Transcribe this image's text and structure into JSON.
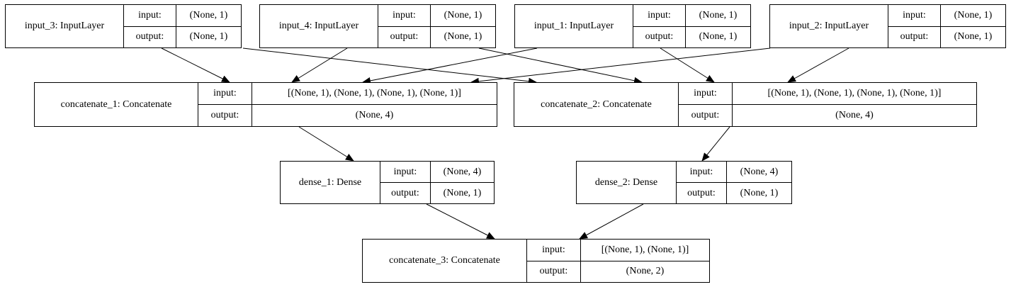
{
  "diagram": {
    "nodes": [
      {
        "id": "input_3",
        "title": "input_3: InputLayer",
        "input_label": "input:",
        "input_value": "(None, 1)",
        "output_label": "output:",
        "output_value": "(None, 1)"
      },
      {
        "id": "input_4",
        "title": "input_4: InputLayer",
        "input_label": "input:",
        "input_value": "(None, 1)",
        "output_label": "output:",
        "output_value": "(None, 1)"
      },
      {
        "id": "input_1",
        "title": "input_1: InputLayer",
        "input_label": "input:",
        "input_value": "(None, 1)",
        "output_label": "output:",
        "output_value": "(None, 1)"
      },
      {
        "id": "input_2",
        "title": "input_2: InputLayer",
        "input_label": "input:",
        "input_value": "(None, 1)",
        "output_label": "output:",
        "output_value": "(None, 1)"
      },
      {
        "id": "concatenate_1",
        "title": "concatenate_1: Concatenate",
        "input_label": "input:",
        "input_value": "[(None, 1), (None, 1), (None, 1), (None, 1)]",
        "output_label": "output:",
        "output_value": "(None, 4)"
      },
      {
        "id": "concatenate_2",
        "title": "concatenate_2: Concatenate",
        "input_label": "input:",
        "input_value": "[(None, 1), (None, 1), (None, 1), (None, 1)]",
        "output_label": "output:",
        "output_value": "(None, 4)"
      },
      {
        "id": "dense_1",
        "title": "dense_1: Dense",
        "input_label": "input:",
        "input_value": "(None, 4)",
        "output_label": "output:",
        "output_value": "(None, 1)"
      },
      {
        "id": "dense_2",
        "title": "dense_2: Dense",
        "input_label": "input:",
        "input_value": "(None, 4)",
        "output_label": "output:",
        "output_value": "(None, 1)"
      },
      {
        "id": "concatenate_3",
        "title": "concatenate_3: Concatenate",
        "input_label": "input:",
        "input_value": "[(None, 1), (None, 1)]",
        "output_label": "output:",
        "output_value": "(None, 2)"
      }
    ],
    "edges": [
      {
        "from": "input_3",
        "to": "concatenate_1"
      },
      {
        "from": "input_3",
        "to": "concatenate_2"
      },
      {
        "from": "input_4",
        "to": "concatenate_1"
      },
      {
        "from": "input_4",
        "to": "concatenate_2"
      },
      {
        "from": "input_1",
        "to": "concatenate_1"
      },
      {
        "from": "input_1",
        "to": "concatenate_2"
      },
      {
        "from": "input_2",
        "to": "concatenate_1"
      },
      {
        "from": "input_2",
        "to": "concatenate_2"
      },
      {
        "from": "concatenate_1",
        "to": "dense_1"
      },
      {
        "from": "concatenate_2",
        "to": "dense_2"
      },
      {
        "from": "dense_1",
        "to": "concatenate_3"
      },
      {
        "from": "dense_2",
        "to": "concatenate_3"
      }
    ]
  }
}
